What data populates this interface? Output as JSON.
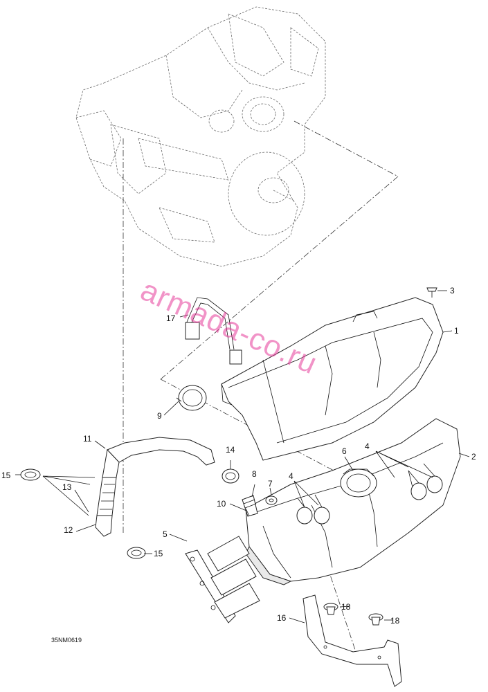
{
  "diagram": {
    "drawing_code": "35NM0619",
    "watermark": "armada-co.ru",
    "callouts": [
      "1",
      "2",
      "3",
      "4",
      "4",
      "5",
      "6",
      "7",
      "8",
      "9",
      "10",
      "11",
      "12",
      "13",
      "14",
      "15",
      "15",
      "16",
      "17",
      "18",
      "18"
    ]
  }
}
